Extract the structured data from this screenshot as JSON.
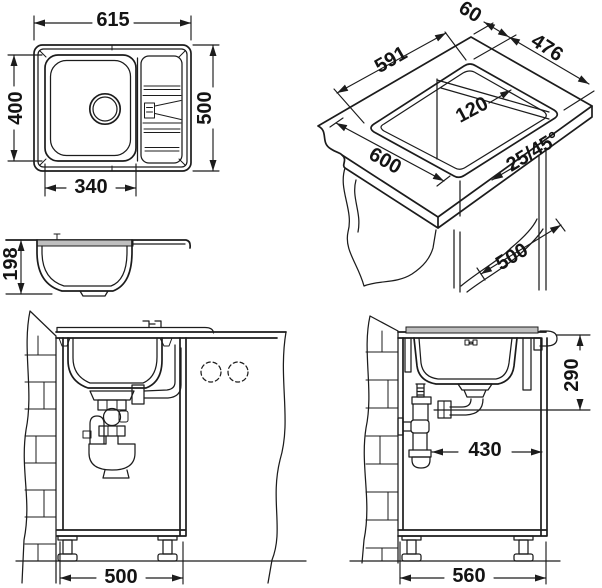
{
  "colors": {
    "line": "#1c1c1c",
    "rim_fill": "#bfbfbf",
    "background": "#ffffff"
  },
  "top_view": {
    "overall_width": "615",
    "overall_depth": "500",
    "bowl_depth": "400",
    "bowl_width": "340"
  },
  "profile_view": {
    "bowl_height": "198"
  },
  "cutout_view": {
    "back_edge_offset": "60",
    "cutout_depth": "476",
    "cutout_width": "591",
    "rail_width": "120",
    "worktop_depth": "600",
    "chamfer": "25/45°",
    "base_depth": "500"
  },
  "front_view": {
    "cabinet_width": "500"
  },
  "side_view": {
    "drain_height": "290",
    "clearance": "430",
    "cabinet_depth": "560"
  }
}
